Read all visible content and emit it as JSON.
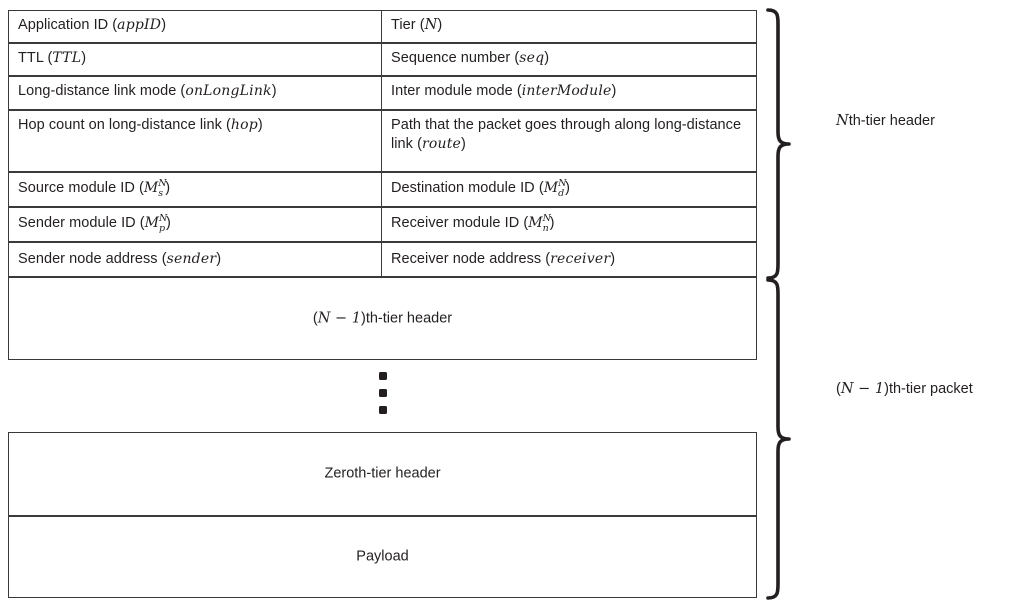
{
  "figure": {
    "type": "packet-header-structure-diagram",
    "title": "Hierarchical tiered packet header layout"
  },
  "header_table": {
    "rows": [
      {
        "left": {
          "label": "Application ID",
          "var": "appID"
        },
        "right": {
          "label": "Tier",
          "var": "N"
        }
      },
      {
        "left": {
          "label": "TTL",
          "var": "TTL"
        },
        "right": {
          "label": "Sequence number",
          "var": "seq"
        }
      },
      {
        "left": {
          "label": "Long-distance link mode",
          "var": "onLongLink"
        },
        "right": {
          "label": "Inter module mode",
          "var": "interModule"
        }
      },
      {
        "left": {
          "label": "Hop count on long-distance link",
          "var": "hop"
        },
        "right": {
          "label": "Path that the packet goes through along long-distance link",
          "var": "route"
        }
      },
      {
        "left": {
          "label": "Source module ID",
          "var_base": "M",
          "var_sub": "s",
          "var_sup": "N"
        },
        "right": {
          "label": "Destination module ID",
          "var_base": "M",
          "var_sub": "d",
          "var_sup": "N"
        }
      },
      {
        "left": {
          "label": "Sender module ID",
          "var_base": "M",
          "var_sub": "p",
          "var_sup": "N"
        },
        "right": {
          "label": "Receiver module ID",
          "var_base": "M",
          "var_sub": "n",
          "var_sup": "N"
        }
      },
      {
        "left": {
          "label": "Sender node address",
          "var": "sender"
        },
        "right": {
          "label": "Receiver node address",
          "var": "receiver"
        }
      }
    ]
  },
  "blocks": {
    "lower_tier_header": {
      "prefix": "(",
      "var": "N",
      "minus": " − 1",
      "suffix": ")th-tier header"
    },
    "zeroth_tier_header": {
      "label": "Zeroth-tier header"
    },
    "payload": {
      "label": "Payload"
    }
  },
  "ellipsis": {
    "symbol": "vertical-ellipsis",
    "dots": 3
  },
  "annotations": {
    "top_brace": {
      "var": "N",
      "suffix": "th-tier header"
    },
    "bottom_brace": {
      "prefix": "(",
      "var": "N",
      "minus": " − 1",
      "suffix": ")th-tier packet"
    }
  },
  "colors": {
    "stroke": "#3a3a3a",
    "text": "#231f20",
    "background": "#ffffff"
  }
}
